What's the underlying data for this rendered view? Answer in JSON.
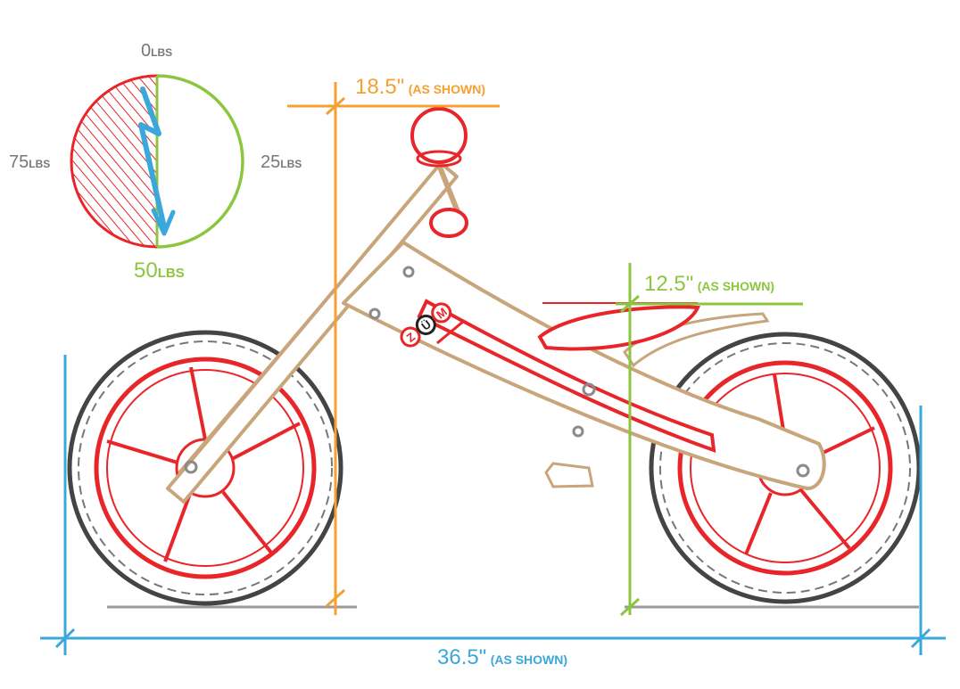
{
  "colors": {
    "orange": "#f5a030",
    "green": "#8cc63e",
    "blue": "#3ba8dc",
    "red": "#e8262a",
    "tan": "#c8a57a",
    "tire": "#444444",
    "grey": "#8a8a8a",
    "hatch": "#e8262a"
  },
  "scale_gauge": {
    "top_label": {
      "value": "0",
      "unit": "LBS"
    },
    "right_label": {
      "value": "25",
      "unit": "LBS"
    },
    "bottom_label": {
      "value": "50",
      "unit": "LBS"
    },
    "left_label": {
      "value": "75",
      "unit": "LBS"
    },
    "needle_value_lbs": 50
  },
  "dimensions": {
    "handlebar_height": {
      "value": "18.5\"",
      "note": "(AS SHOWN)"
    },
    "seat_height": {
      "value": "12.5\"",
      "note": "(AS SHOWN)"
    },
    "overall_length": {
      "value": "36.5\"",
      "note": "(AS SHOWN)"
    }
  },
  "logo": {
    "letters": [
      "Z",
      "Ü",
      "M"
    ]
  }
}
